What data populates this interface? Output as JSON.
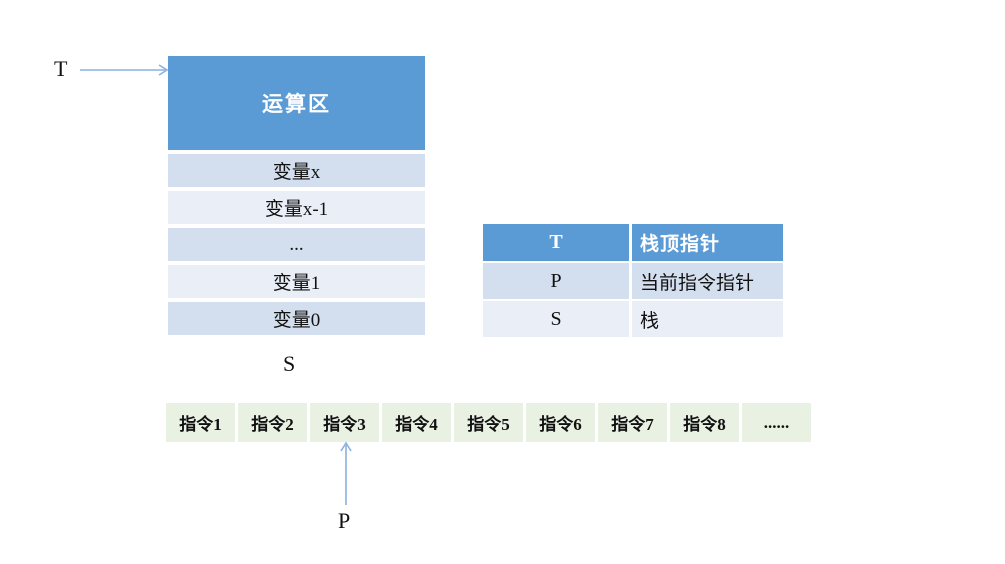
{
  "colors": {
    "header_blue": "#5b9bd5",
    "row_band_dark": "#d3deee",
    "row_band_light": "#e9eef7",
    "instruction_green": "#e9f1e3",
    "arrow_blue": "#8ab1e0",
    "header_text": "#ffffff",
    "body_text": "#111111",
    "background": "#ffffff"
  },
  "stack": {
    "top_pointer_label": "T",
    "base_pointer_label": "S",
    "header": "运算区",
    "rows": [
      {
        "label": "变量x"
      },
      {
        "label": "变量x-1"
      },
      {
        "label": "..."
      },
      {
        "label": "变量1"
      },
      {
        "label": "变量0"
      }
    ]
  },
  "legend": {
    "header": {
      "key": "T",
      "value": "栈顶指针"
    },
    "rows": [
      {
        "key": "P",
        "value": "当前指令指针"
      },
      {
        "key": "S",
        "value": "栈"
      }
    ]
  },
  "instructions": {
    "pointer_label": "P",
    "cells": [
      "指令1",
      "指令2",
      "指令3",
      "指令4",
      "指令5",
      "指令6",
      "指令7",
      "指令8",
      "......"
    ]
  }
}
